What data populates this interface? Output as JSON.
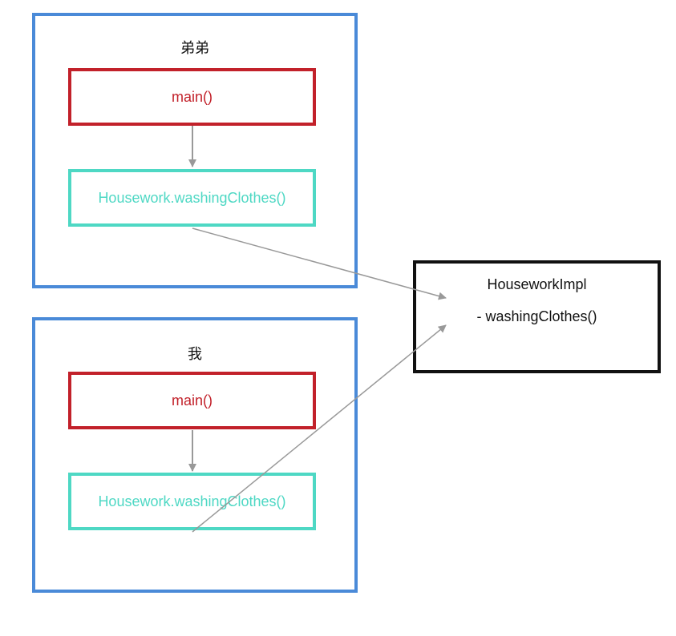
{
  "groups": [
    {
      "title": "弟弟",
      "main_label": "main()",
      "call_label": "Housework.washingClothes()"
    },
    {
      "title": "我",
      "main_label": "main()",
      "call_label": "Housework.washingClothes()"
    }
  ],
  "impl": {
    "title": "HouseworkImpl",
    "method": "- washingClothes()"
  },
  "colors": {
    "group_border": "#4a8ad8",
    "main_border": "#c2212a",
    "call_border": "#4ed8c4",
    "impl_border": "#111111",
    "arrow": "#999999"
  }
}
